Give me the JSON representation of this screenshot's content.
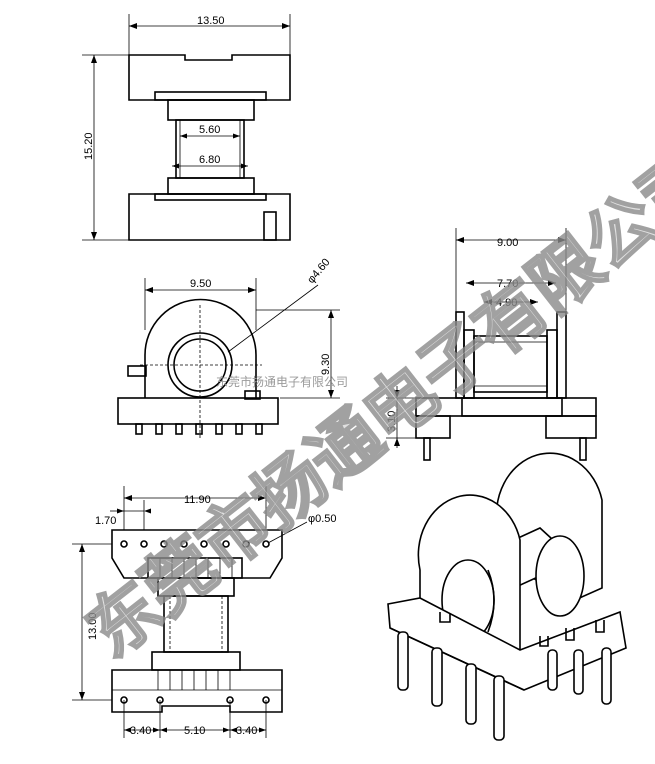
{
  "dimensions": {
    "top_width": "13.50",
    "top_height": "15.20",
    "top_inner1": "5.60",
    "top_inner2": "6.80",
    "front_width": "9.50",
    "front_diameter": "φ4.60",
    "front_height": "9.30",
    "side_width": "9.00",
    "side_inner1": "7.70",
    "side_inner2": "4.90",
    "side_pin_height": "3.10",
    "bottom_pitch_total": "11.90",
    "bottom_offset": "1.70",
    "bottom_pin_dia": "φ0.50",
    "bottom_height": "13.00",
    "bottom_left": "3.40",
    "bottom_mid": "5.10",
    "bottom_right": "3.40"
  },
  "watermark": {
    "text_large": "东莞市扬通电子有限公司",
    "text_small": "东莞市扬通电子有限公司"
  }
}
